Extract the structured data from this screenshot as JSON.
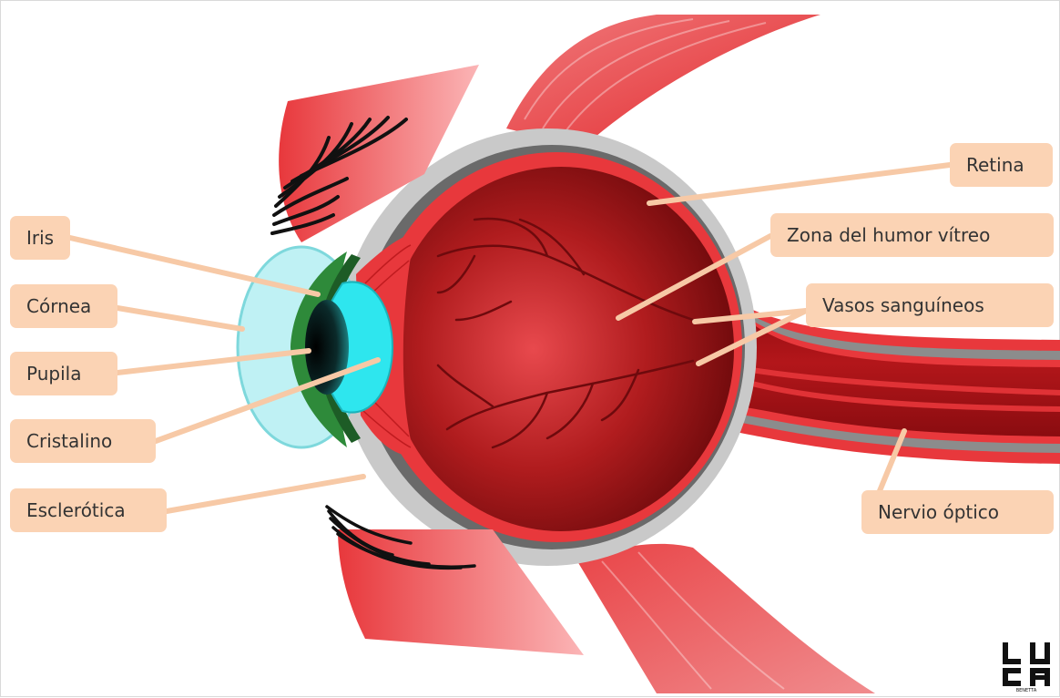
{
  "labels": {
    "iris": "Iris",
    "cornea": "Córnea",
    "pupila": "Pupila",
    "cristalino": "Cristalino",
    "esclerotica": "Esclerótica",
    "retina": "Retina",
    "humor_vitreo": "Zona del humor vítreo",
    "vasos": "Vasos sanguíneos",
    "nervio": "Nervio óptico"
  },
  "logo": {
    "top_text": "LU",
    "bottom_text": "CA",
    "small_text": "BENETTA"
  },
  "colors": {
    "label_bg": "#fbd3b4",
    "leader_line": "#f7c9a6",
    "muscle": "#e8383c",
    "sclera": "#c8c8c8",
    "vitreous": "#9e1414",
    "lens": "#2ee6ee",
    "iris": "#2e8a3a",
    "cornea": "#bff1f4"
  }
}
